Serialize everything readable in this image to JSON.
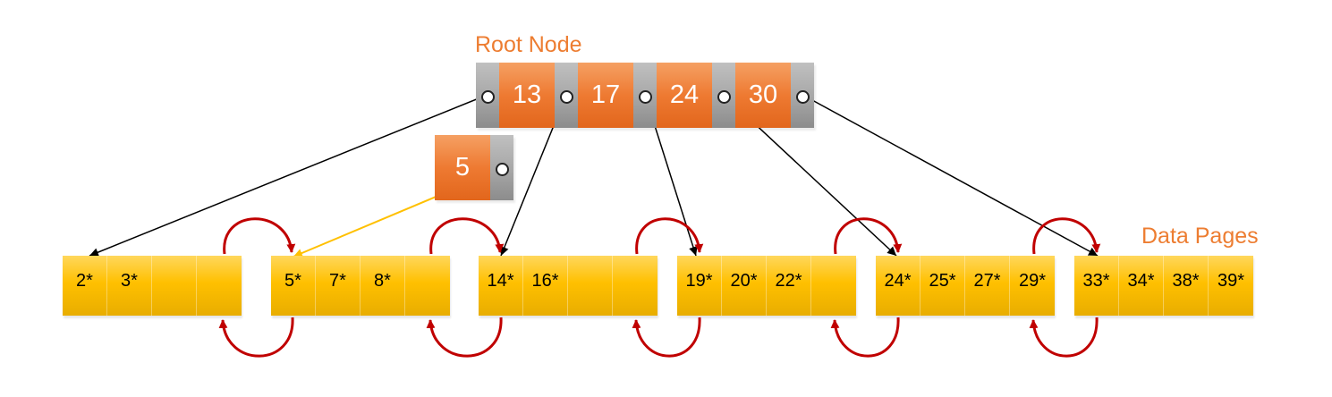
{
  "labels": {
    "root_node": "Root Node",
    "data_pages": "Data Pages"
  },
  "colors": {
    "key_orange": "#ed7d31",
    "page_yellow": "#ffc000",
    "pointer_gray": "#a6a6a6",
    "sibling_arrow": "#c00000",
    "leaf_arrow": "#ffc000",
    "child_arrow": "#000000"
  },
  "root_node": {
    "keys": [
      "13",
      "17",
      "24",
      "30"
    ]
  },
  "inner_node": {
    "keys": [
      "5"
    ]
  },
  "data_pages": [
    {
      "slots": [
        "2*",
        "3*",
        "",
        ""
      ]
    },
    {
      "slots": [
        "5*",
        "7*",
        "8*",
        ""
      ]
    },
    {
      "slots": [
        "14*",
        "16*",
        "",
        ""
      ]
    },
    {
      "slots": [
        "19*",
        "20*",
        "22*",
        ""
      ]
    },
    {
      "slots": [
        "24*",
        "25*",
        "27*",
        "29*"
      ]
    },
    {
      "slots": [
        "33*",
        "34*",
        "38*",
        "39*"
      ]
    }
  ]
}
